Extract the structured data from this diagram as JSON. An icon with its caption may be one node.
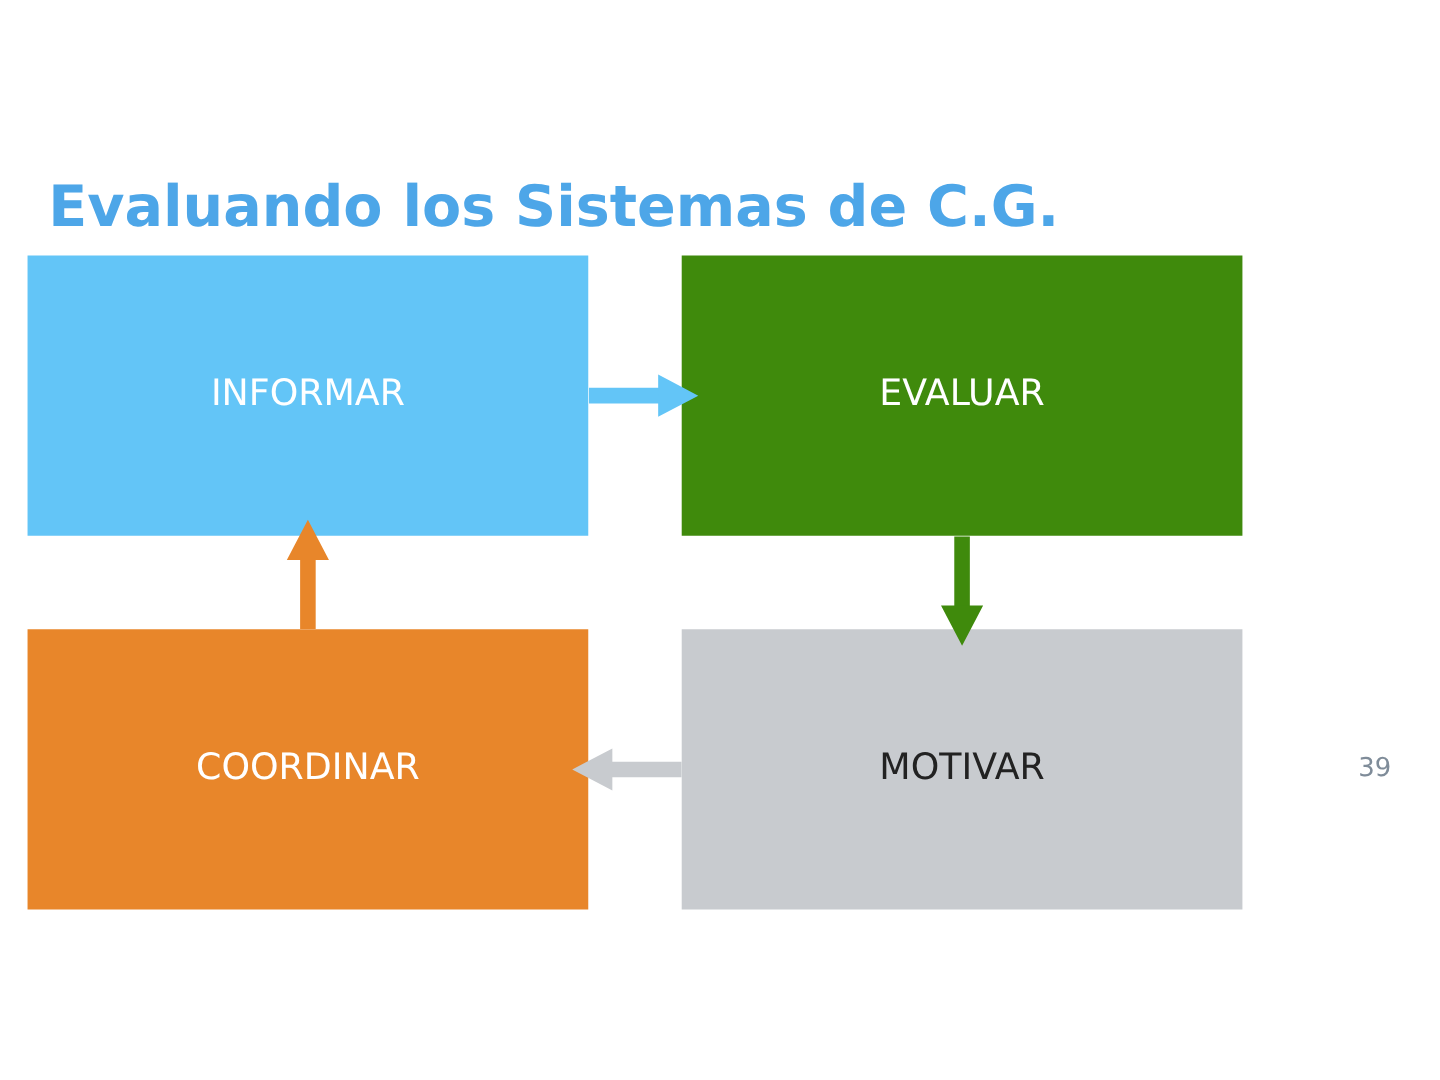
{
  "diagram": {
    "title": "Evaluando los Sistemas de C.G.",
    "nodes": [
      {
        "text": [
          "INFORMAR"
        ]
      },
      {
        "text": [
          "EVALUAR"
        ]
      },
      {
        "text": [
          "COORDINAR"
        ]
      },
      {
        "text": [
          "MOTIVAR"
        ]
      }
    ],
    "edges": [
      {
        "from": 0,
        "to": 1,
        "arrow": "to",
        "color": "#63c5f7"
      },
      {
        "from": 1,
        "to": 3,
        "arrow": "to",
        "color": "#3f8a0c"
      },
      {
        "from": 3,
        "to": 2,
        "arrow": "to",
        "color": "#c8cbcf"
      },
      {
        "from": 2,
        "to": 0,
        "arrow": "to",
        "color": "#e8862a"
      }
    ],
    "labels": [
      "39"
    ]
  }
}
